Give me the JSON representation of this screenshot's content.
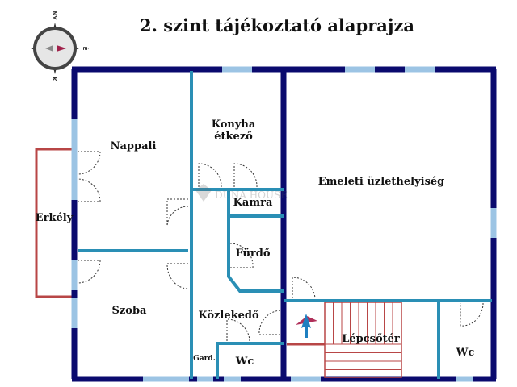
{
  "title": "2. szint tájékoztató alaprajza",
  "compass": {
    "north": "NY",
    "east": "É",
    "south": "K"
  },
  "watermark": "DUNA HOUSE",
  "rooms": {
    "nappali": "Nappali",
    "konyha_line1": "Konyha",
    "konyha_line2": "étkező",
    "emeleti": "Emeleti üzlethelyiség",
    "erkely": "Erkély",
    "kamra": "Kamra",
    "furdo": "Fürdő",
    "szoba": "Szoba",
    "kozlekedo": "Közlekedő",
    "lepcsoter": "Lépcsőtér",
    "gard": "Gard.",
    "wc_left": "Wc",
    "wc_right": "Wc"
  },
  "colors": {
    "outer_wall": "#0a0a6e",
    "inner_wall": "#2a8fb5",
    "window": "#9cc4e4",
    "balcony": "#b84646"
  }
}
